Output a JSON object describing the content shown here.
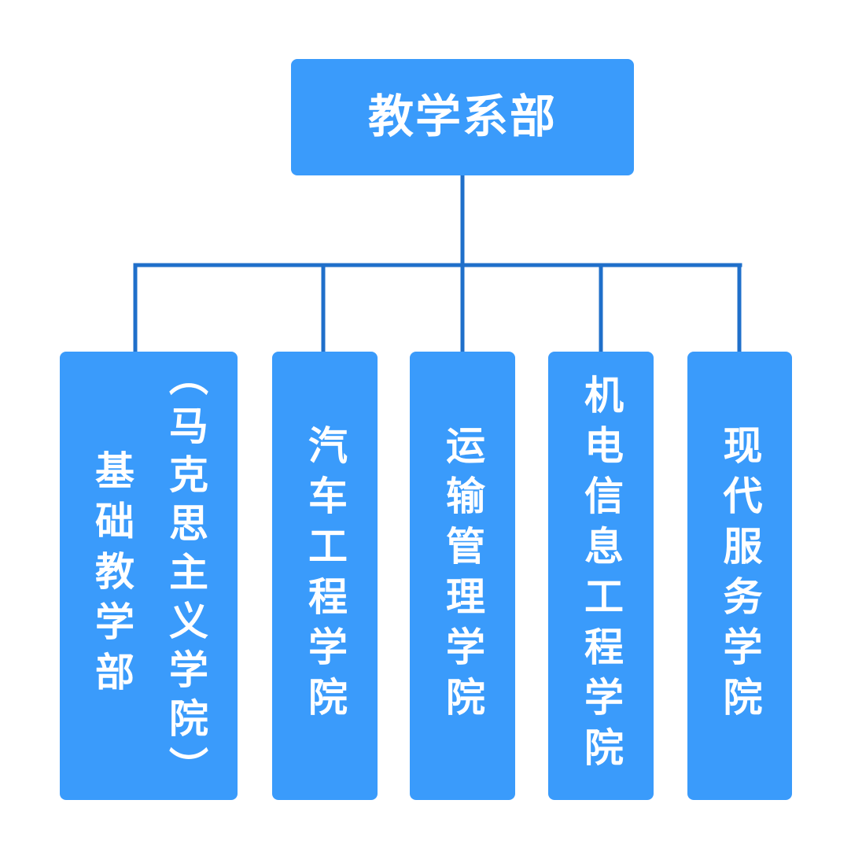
{
  "root": {
    "label": "教学系部"
  },
  "children": [
    {
      "label": "基础教学部",
      "sublabel": "（马克思主义学院）"
    },
    {
      "label": "汽车工程学院"
    },
    {
      "label": "运输管理学院"
    },
    {
      "label": "机电信息工程学院"
    },
    {
      "label": "现代服务学院"
    }
  ],
  "colors": {
    "box": "#3a9bfb",
    "line": "#1f6fca",
    "text": "#ffffff",
    "background": "#ffffff"
  }
}
